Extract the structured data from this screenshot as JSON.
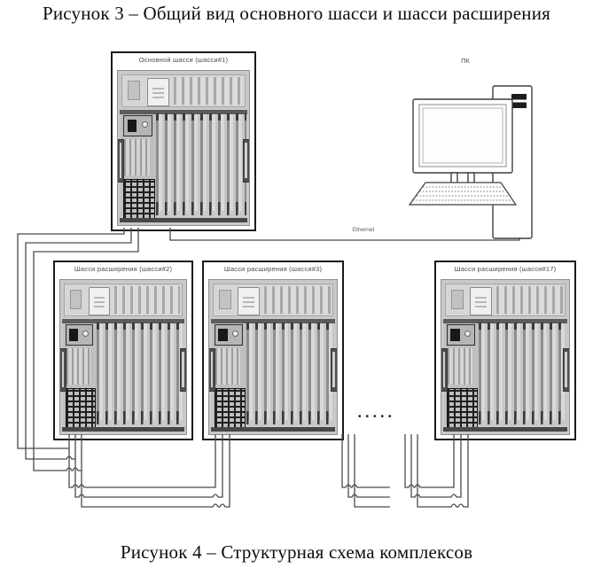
{
  "captions": {
    "figure3": "Рисунок 3 – Общий вид основного шасси и шасси расширения",
    "figure4": "Рисунок 4 – Структурная схема комплексов"
  },
  "diagram": {
    "main_chassis": {
      "label": "Основной шасси (шасси#1)"
    },
    "pc": {
      "label": "ПК"
    },
    "ethernet": {
      "label": "Ethernet"
    },
    "expansion_chassis": [
      {
        "label": "Шасси расширения (шасси#2)"
      },
      {
        "label": "Шасси расширения (шасси#3)"
      },
      {
        "label": "Шасси расширения (шасси#17)"
      }
    ],
    "omitted_chassis_dots": "•••••",
    "colors": {
      "cable": "#4a4a4a",
      "chassis_border": "#1a1a1a",
      "photo_background": "#c9c9c9"
    }
  }
}
